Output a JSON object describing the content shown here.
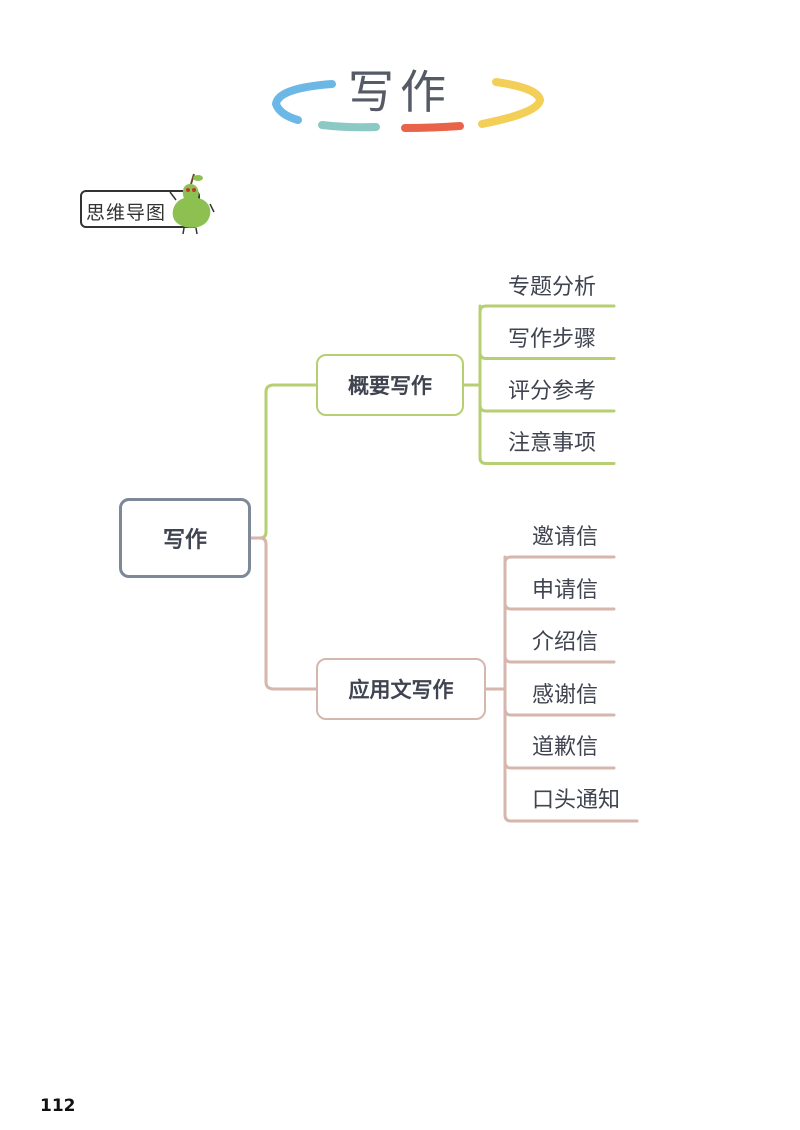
{
  "page": {
    "title": "写作",
    "badge_text": "思维导图",
    "page_number": "112"
  },
  "colors": {
    "arc_blue": "#6bb8e6",
    "arc_teal": "#8cc9c4",
    "arc_red": "#e8634a",
    "arc_yellow": "#f3cf58",
    "root_border": "#7d8899",
    "branch1": "#b7cf73",
    "branch2": "#d6b6ad",
    "pear_green": "#8cc152"
  },
  "mindmap": {
    "root": "写作",
    "branches": [
      {
        "label": "概要写作",
        "children": [
          "专题分析",
          "写作步骤",
          "评分参考",
          "注意事项"
        ]
      },
      {
        "label": "应用文写作",
        "children": [
          "邀请信",
          "申请信",
          "介绍信",
          "感谢信",
          "道歉信",
          "口头通知"
        ]
      }
    ]
  }
}
